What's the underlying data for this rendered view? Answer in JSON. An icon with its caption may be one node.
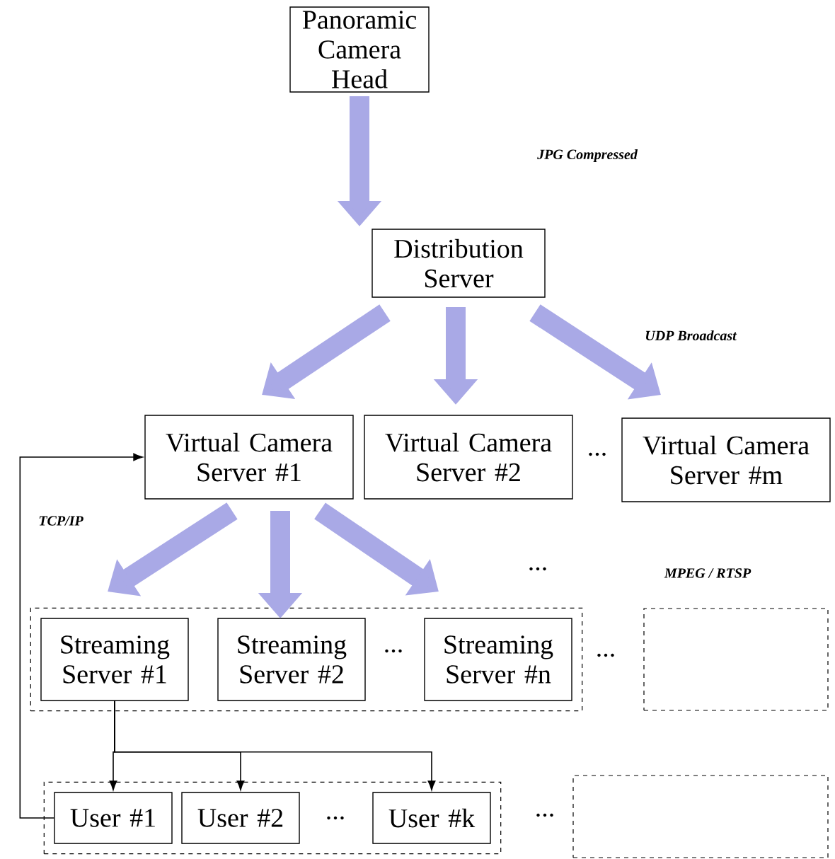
{
  "diagram": {
    "nodes": [
      {
        "text": [
          "Panoramic Camera Head"
        ]
      },
      {
        "text": [
          "Distribution Server"
        ]
      },
      {
        "text": [
          "Virtual Camera Server #1"
        ]
      },
      {
        "text": [
          "Virtual Camera Server #2"
        ]
      },
      {
        "text": [
          "Virtual Camera Server #m"
        ]
      },
      {
        "text": [],
        "shape": "box"
      },
      {
        "text": [
          "Streaming Server #1"
        ],
        "in": 5
      },
      {
        "text": [
          "Streaming Server #2"
        ],
        "in": 5
      },
      {
        "text": [
          "Streaming Server #n"
        ],
        "in": 5
      },
      {
        "text": [],
        "shape": "box"
      },
      {
        "text": [],
        "shape": "box"
      },
      {
        "text": [
          "User #1"
        ],
        "in": 10
      },
      {
        "text": [
          "User #2"
        ],
        "in": 10
      },
      {
        "text": [
          "User #k"
        ],
        "in": 10
      },
      {
        "text": [],
        "shape": "box"
      }
    ],
    "edges": [
      {
        "from": 0,
        "to": 1,
        "arrow": "to"
      },
      {
        "from": 1,
        "to": 2,
        "arrow": "to"
      },
      {
        "from": 1,
        "to": 3,
        "arrow": "to"
      },
      {
        "from": 1,
        "to": 4,
        "arrow": "to"
      },
      {
        "from": 2,
        "to": 6,
        "arrow": "to"
      },
      {
        "from": 2,
        "to": 7,
        "arrow": "to"
      },
      {
        "from": 2,
        "to": 8,
        "arrow": "to"
      },
      {
        "from": 6,
        "to": 11,
        "arrow": "to",
        "color": "#000000"
      },
      {
        "from": 6,
        "to": 12,
        "arrow": "to",
        "color": "#000000"
      },
      {
        "from": 6,
        "to": 13,
        "arrow": "to",
        "color": "#000000"
      },
      {
        "from": 11,
        "to": 2,
        "arrow": "to",
        "color": "#000000"
      }
    ],
    "labels": [
      "JPG Compressed",
      "UDP Broadcast",
      "...",
      "TCP/IP",
      "...",
      "MPEG / RTSP",
      "...",
      "...",
      "...",
      "..."
    ]
  }
}
